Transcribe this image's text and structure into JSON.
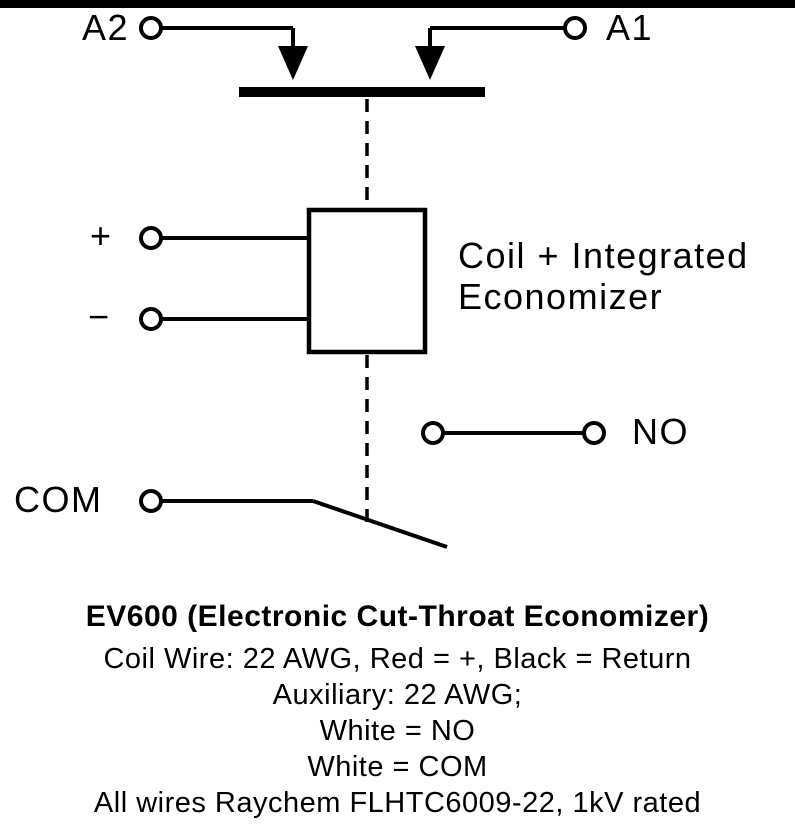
{
  "colors": {
    "ink": "#000000",
    "background": "#ffffff"
  },
  "diagram": {
    "terminals": {
      "a2": "A2",
      "a1": "A1",
      "plus": "+",
      "minus": "−",
      "no": "NO",
      "com": "COM"
    },
    "coil_label": {
      "line1": "Coil + Integrated",
      "line2": "Economizer"
    }
  },
  "caption": {
    "title": "EV600 (Electronic Cut-Throat Economizer)",
    "lines": [
      "Coil Wire: 22 AWG, Red = +, Black = Return",
      "Auxiliary: 22 AWG;",
      "White = NO",
      "White = COM",
      "All wires Raychem FLHTC6009-22, 1kV rated"
    ]
  }
}
